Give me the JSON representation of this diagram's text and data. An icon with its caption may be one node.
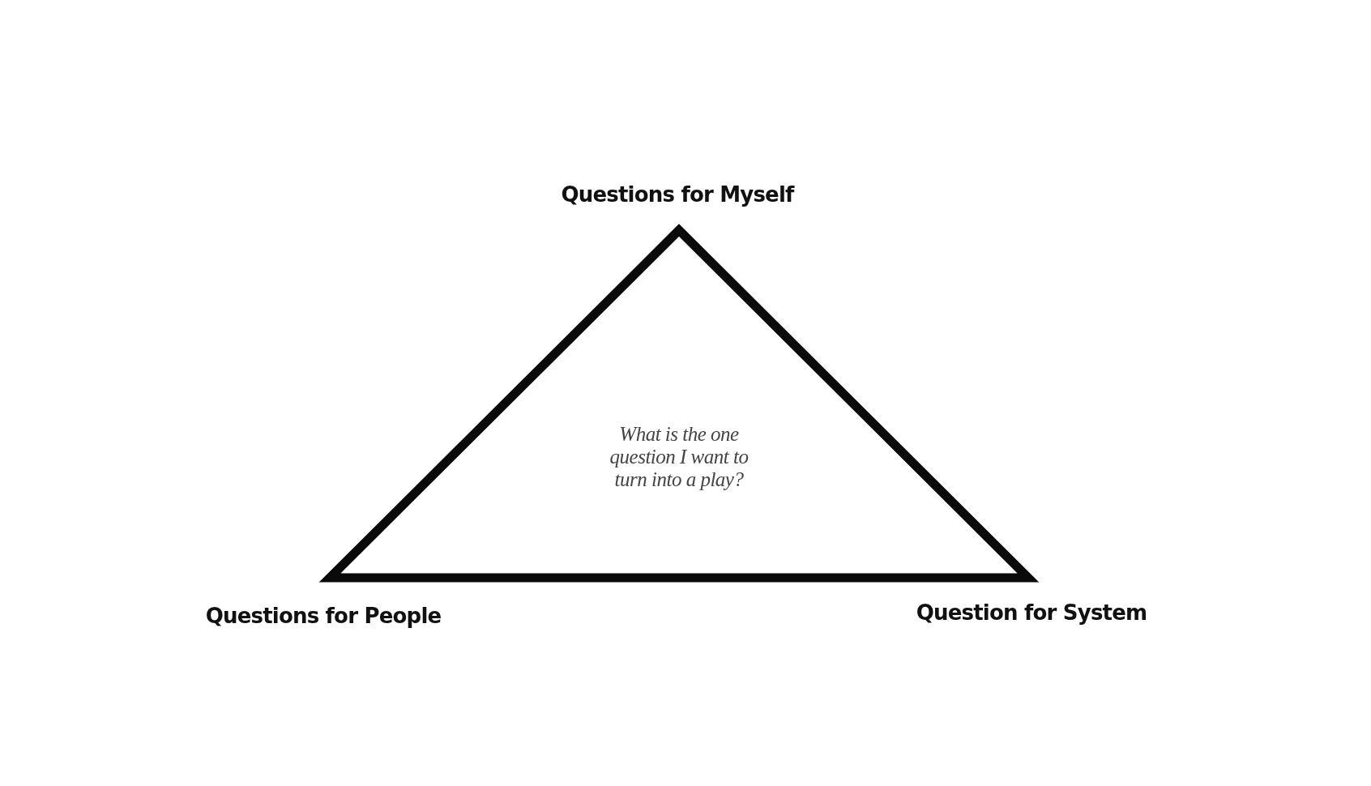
{
  "diagram": {
    "nodes": [
      {
        "text": [
          "What is the one question I want to turn into a play?"
        ]
      }
    ],
    "labels": [
      "Questions for Myself",
      "Questions for People",
      "Question for System"
    ]
  }
}
